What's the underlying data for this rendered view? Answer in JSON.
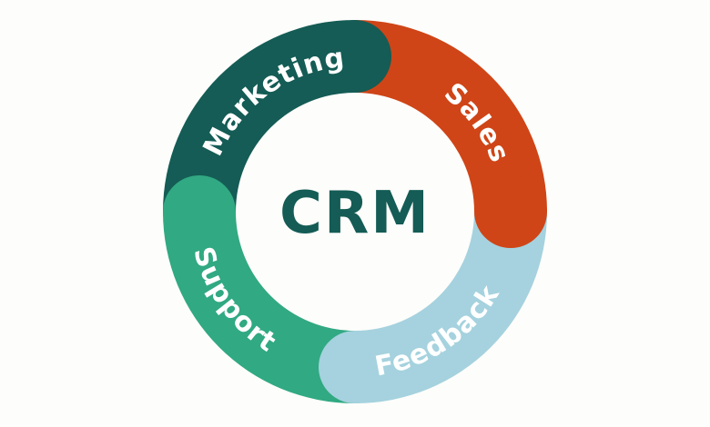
{
  "page": {
    "background_color": "#fdfdfb"
  },
  "diagram": {
    "type": "ring-cycle",
    "label_text_color": "#ffffff",
    "center": {
      "label": "CRM",
      "color": "#145c55"
    },
    "segments": [
      {
        "id": "marketing",
        "label": "Marketing",
        "color": "#145c55",
        "position": "top-left"
      },
      {
        "id": "sales",
        "label": "Sales",
        "color": "#cf4517",
        "position": "top-right"
      },
      {
        "id": "feedback",
        "label": "Feedback",
        "color": "#a5d2de",
        "position": "bottom-right"
      },
      {
        "id": "support",
        "label": "Support",
        "color": "#31a982",
        "position": "bottom-left"
      }
    ]
  }
}
